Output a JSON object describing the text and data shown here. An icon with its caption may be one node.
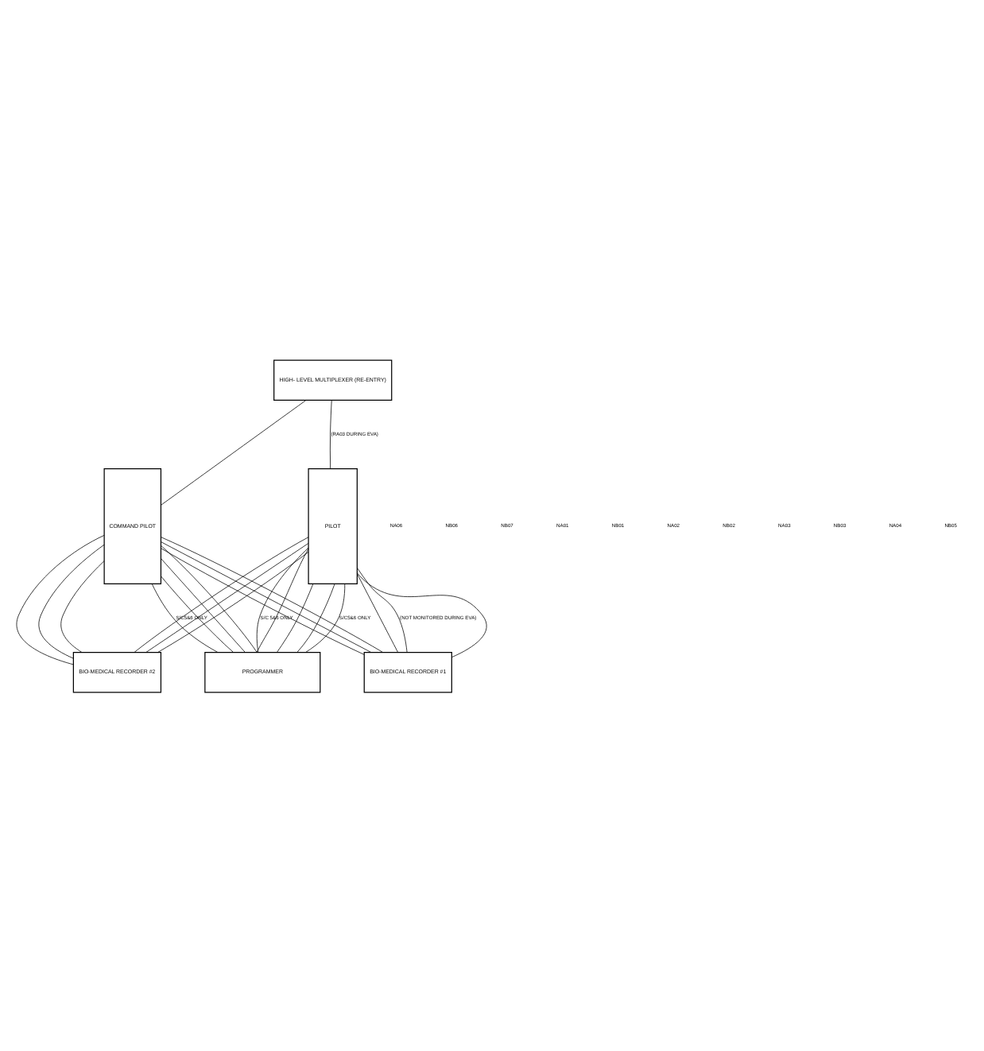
{
  "diagram": {
    "nodes": [
      {
        "text": [
          "HIGH- LEVEL MULTIPLEXER (RE-ENTRY)"
        ]
      },
      {
        "text": [
          "COMMAND PILOT"
        ]
      },
      {
        "text": [
          "PILOT"
        ]
      },
      {
        "text": [
          "BIO-MEDICAL RECORDER #2"
        ]
      },
      {
        "text": [
          "PROGRAMMER"
        ]
      },
      {
        "text": [
          "BIO-MEDICAL RECORDER #1"
        ]
      }
    ],
    "edges": [
      {
        "from": 1,
        "to": 0,
        "arrow": "none"
      },
      {
        "from": 2,
        "to": 0,
        "arrow": "none",
        "label": "(RA03 DURING EVA)"
      },
      {
        "from": 2,
        "to": 4,
        "arrow": "none",
        "label": "S/C 5&6 ONLY"
      },
      {
        "from": 2,
        "to": 5,
        "arrow": "none"
      },
      {
        "from": 1,
        "to": 3,
        "arrow": "none"
      },
      {
        "from": 1,
        "to": 4,
        "arrow": "none"
      },
      {
        "from": 1,
        "to": 5,
        "arrow": "none"
      },
      {
        "from": 2,
        "to": 5,
        "arrow": "none",
        "label": "(NOT MONITORED DURING EVA)"
      },
      {
        "from": 2,
        "to": 4,
        "arrow": "none"
      },
      {
        "from": 2,
        "to": 3,
        "arrow": "none"
      },
      {
        "from": 1,
        "to": 3,
        "arrow": "none"
      },
      {
        "from": 1,
        "to": 4,
        "arrow": "none"
      },
      {
        "from": 1,
        "to": 5,
        "arrow": "none"
      },
      {
        "from": 2,
        "to": 5,
        "arrow": "none"
      },
      {
        "from": 2,
        "to": 4,
        "arrow": "none"
      },
      {
        "from": 2,
        "to": 3,
        "arrow": "none"
      },
      {
        "from": 1,
        "to": 3,
        "arrow": "none"
      },
      {
        "from": 1,
        "to": 4,
        "arrow": "none"
      },
      {
        "from": 1,
        "to": 5,
        "arrow": "none"
      },
      {
        "from": 2,
        "to": 4,
        "arrow": "none"
      },
      {
        "from": 2,
        "to": 3,
        "arrow": "none"
      },
      {
        "from": 1,
        "to": 4,
        "arrow": "none",
        "label": "S/C5&6 ONLY"
      },
      {
        "from": 2,
        "to": 4,
        "arrow": "none",
        "label": "S/C5&6 ONLY"
      }
    ],
    "labels": [
      "NA06",
      "NB06",
      "NB07",
      "NA01",
      "NB01",
      "NA02",
      "NB02",
      "NA03",
      "NB03",
      "NA04",
      "NB05"
    ]
  }
}
